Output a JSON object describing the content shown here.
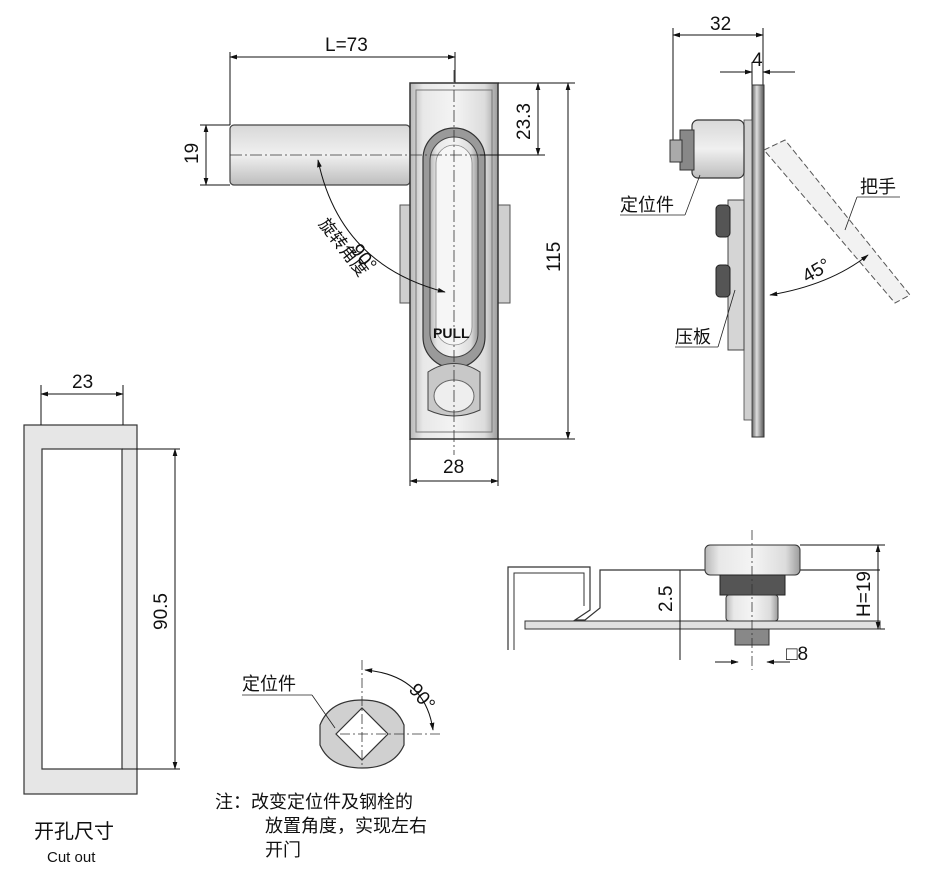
{
  "front_view": {
    "dim_length": "L=73",
    "dim_handle_height": "19",
    "dim_top_offset": "23.3",
    "dim_height": "115",
    "dim_width": "28",
    "angle": "90°",
    "rotation_label": "旋转角度",
    "pull_text": "PULL"
  },
  "side_view": {
    "dim_depth": "32",
    "dim_plate": "4",
    "label_locator": "定位件",
    "label_handle": "把手",
    "label_press_plate": "压板",
    "angle": "45°"
  },
  "bottom_view": {
    "dim_offset": "2.5",
    "dim_height": "H=19",
    "dim_square": "□8"
  },
  "cutout": {
    "dim_width": "23",
    "dim_height": "90.5",
    "title_cn": "开孔尺寸",
    "title_en": "Cut out"
  },
  "locator_detail": {
    "label": "定位件",
    "angle": "90°"
  },
  "note": {
    "line1": "注：改变定位件及钢栓的",
    "line2": "放置角度，实现左右",
    "line3": "开门"
  }
}
